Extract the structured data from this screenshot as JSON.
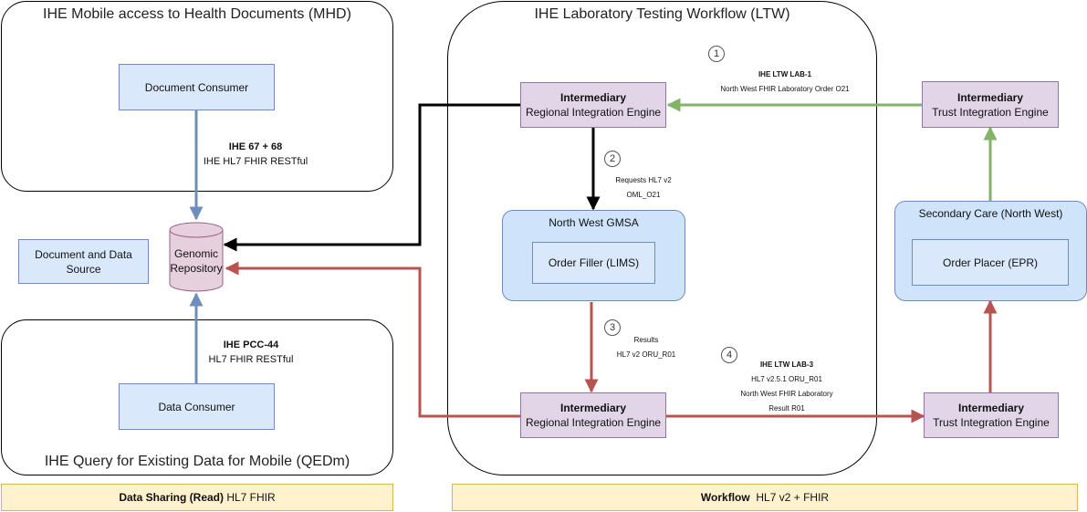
{
  "groups": {
    "mhd": "IHE Mobile access to Health Documents (MHD)",
    "qedm": "IHE Query for Existing Data for Mobile (QEDm)",
    "ltw": "IHE Laboratory Testing Workflow (LTW)",
    "gmsa": "North West GMSA",
    "secondary_care": "Secondary Care (North West)"
  },
  "nodes": {
    "document_consumer": "Document Consumer",
    "doc_data_source": "Document and Data Source",
    "genomic_repository": "Genomic Repository",
    "data_consumer": "Data Consumer",
    "order_filler": "Order Filler (LIMS)",
    "order_placer": "Order Placer (EPR)",
    "intermediary_label": "Intermediary",
    "regional_engine": "Regional Integration Engine",
    "trust_engine": "Trust Integration Engine"
  },
  "labels": {
    "ihe_67_68": "IHE 67 + 68",
    "ihe_hl7_fhir_restful": "IHE HL7 FHIR RESTful",
    "ihe_pcc_44": "IHE PCC-44",
    "hl7_fhir_restful": "HL7 FHIR RESTful",
    "lab1_title": "IHE LTW LAB-1",
    "lab1_sub": "North West FHIR Laboratory Order O21",
    "requests_l1": "Requests HL7 v2",
    "requests_l2": "OML_O21",
    "results_l1": "Results",
    "results_l2": "HL7 v2 ORU_R01",
    "lab3_title": "IHE LTW LAB-3",
    "lab3_l1": "HL7 v2.5.1 ORU_R01",
    "lab3_l2": "North West FHIR Laboratory",
    "lab3_l3": "Result R01"
  },
  "steps": [
    "1",
    "2",
    "3",
    "4"
  ],
  "footers": {
    "left_bold": "Data Sharing (Read)",
    "left_rest": " HL7 FHIR",
    "right_bold": "Workflow",
    "right_rest": "  HL7 v2 + FHIR"
  },
  "colors": {
    "blue_edge": "#6c8ebf",
    "green_edge": "#82b366",
    "red_edge": "#b85450",
    "black_edge": "#000000"
  }
}
